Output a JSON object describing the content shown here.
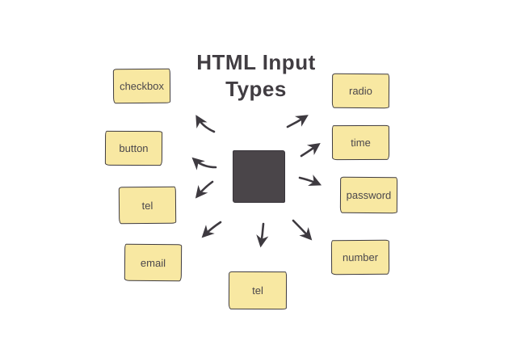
{
  "title": {
    "text": "HTML Input Types",
    "line1": "HTML Input",
    "line2": "Types"
  },
  "diagram": {
    "center_node": {
      "shape": "square",
      "label": ""
    },
    "notes": [
      {
        "label": "checkbox",
        "side": "left"
      },
      {
        "label": "button",
        "side": "left"
      },
      {
        "label": "tel",
        "side": "left"
      },
      {
        "label": "email",
        "side": "left"
      },
      {
        "label": "radio",
        "side": "right"
      },
      {
        "label": "time",
        "side": "right"
      },
      {
        "label": "password",
        "side": "right"
      },
      {
        "label": "number",
        "side": "right"
      },
      {
        "label": "tel",
        "side": "bottom"
      }
    ],
    "arrows": [
      {
        "from": "center",
        "to": "checkbox"
      },
      {
        "from": "center",
        "to": "button"
      },
      {
        "from": "center",
        "to": "tel-left"
      },
      {
        "from": "center",
        "to": "email"
      },
      {
        "from": "center",
        "to": "tel-bottom"
      },
      {
        "from": "center",
        "to": "number"
      },
      {
        "from": "center",
        "to": "password"
      },
      {
        "from": "center",
        "to": "time"
      },
      {
        "from": "center",
        "to": "radio"
      }
    ]
  },
  "colors": {
    "background": "#ffffff",
    "note_fill": "#f8e8a2",
    "note_border": "#3f3b3f",
    "note_text": "#4b474c",
    "center_square": "#4a4549",
    "arrow": "#3e3a40",
    "title_text": "#413d42"
  }
}
